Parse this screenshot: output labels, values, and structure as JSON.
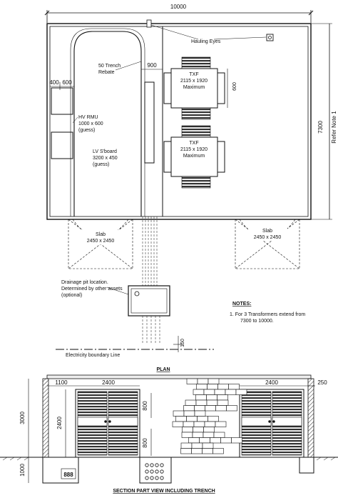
{
  "plan": {
    "dims": {
      "overall_width": "10000",
      "w400": "400",
      "w600": "600",
      "w900": "900",
      "txf_gap": "600",
      "height_7300": "7300",
      "refer_note": "Refer Note 1",
      "d150": "150"
    },
    "labels": {
      "hauling_eyes": "Hauling Eyes",
      "trench_line1": "50 Trench",
      "trench_line2": "Rebate",
      "txf1_line1": "TXF",
      "txf1_line2": "2115 x 1920",
      "txf1_line3": "Maximum",
      "txf2_line1": "TXF",
      "txf2_line2": "2115 x 1920",
      "txf2_line3": "Maximum",
      "hv_line1": "HV RMU",
      "hv_line2": "1000 x 600",
      "hv_line3": "(guess)",
      "lv_line1": "LV S'board",
      "lv_line2": "3200 x 450",
      "lv_line3": "(guess)",
      "slab_left_line1": "Slab",
      "slab_left_line2": "2450 x 2450",
      "slab_right_line1": "Slab",
      "slab_right_line2": "2450 x 2450",
      "drain_line1": "Drainage pit location.",
      "drain_line2": "Determined by other assets",
      "drain_line3": "(optional)",
      "boundary": "Electricity boundary Line"
    },
    "notes": {
      "title": "NOTES:",
      "item1_line1": "1.  For 3 Transformers extend from",
      "item1_line2": "7300 to 10000."
    },
    "caption": "PLAN"
  },
  "section": {
    "dims": {
      "d1100": "1100",
      "d2400_left": "2400",
      "d2400_right": "2400",
      "d250": "250",
      "d3000": "3000",
      "d2400_vert": "2400",
      "d800_upper": "800",
      "d800_lower": "800",
      "d1000": "1000"
    },
    "caption": "SECTION PART VIEW INCLUDING TRENCH"
  }
}
